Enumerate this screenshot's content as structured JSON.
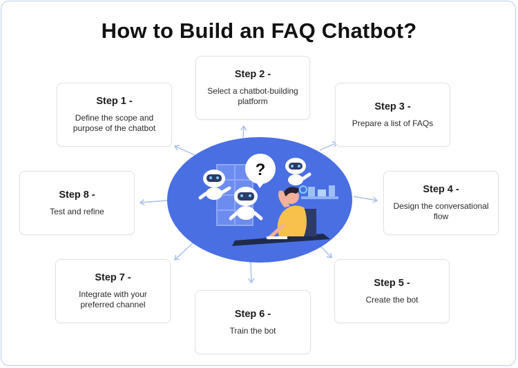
{
  "title": "How to Build an FAQ Chatbot?",
  "hub": {
    "question_mark": "?"
  },
  "steps": [
    {
      "label": "Step 1 -",
      "desc": "Define the scope and purpose of the chatbot"
    },
    {
      "label": "Step 2 -",
      "desc": "Select a chatbot-building platform"
    },
    {
      "label": "Step 3 -",
      "desc": "Prepare a list of FAQs"
    },
    {
      "label": "Step 4 -",
      "desc": "Design the conversational flow"
    },
    {
      "label": "Step 5 -",
      "desc": "Create the bot"
    },
    {
      "label": "Step 6 -",
      "desc": "Train the bot"
    },
    {
      "label": "Step 7 -",
      "desc": "Integrate with your preferred channel"
    },
    {
      "label": "Step 8 -",
      "desc": "Test and refine"
    }
  ],
  "colors": {
    "ellipse": "#4a6fe3",
    "arrow": "#a9bfea",
    "card_border": "#e2e2e2",
    "frame_border": "#b9cdf0"
  }
}
